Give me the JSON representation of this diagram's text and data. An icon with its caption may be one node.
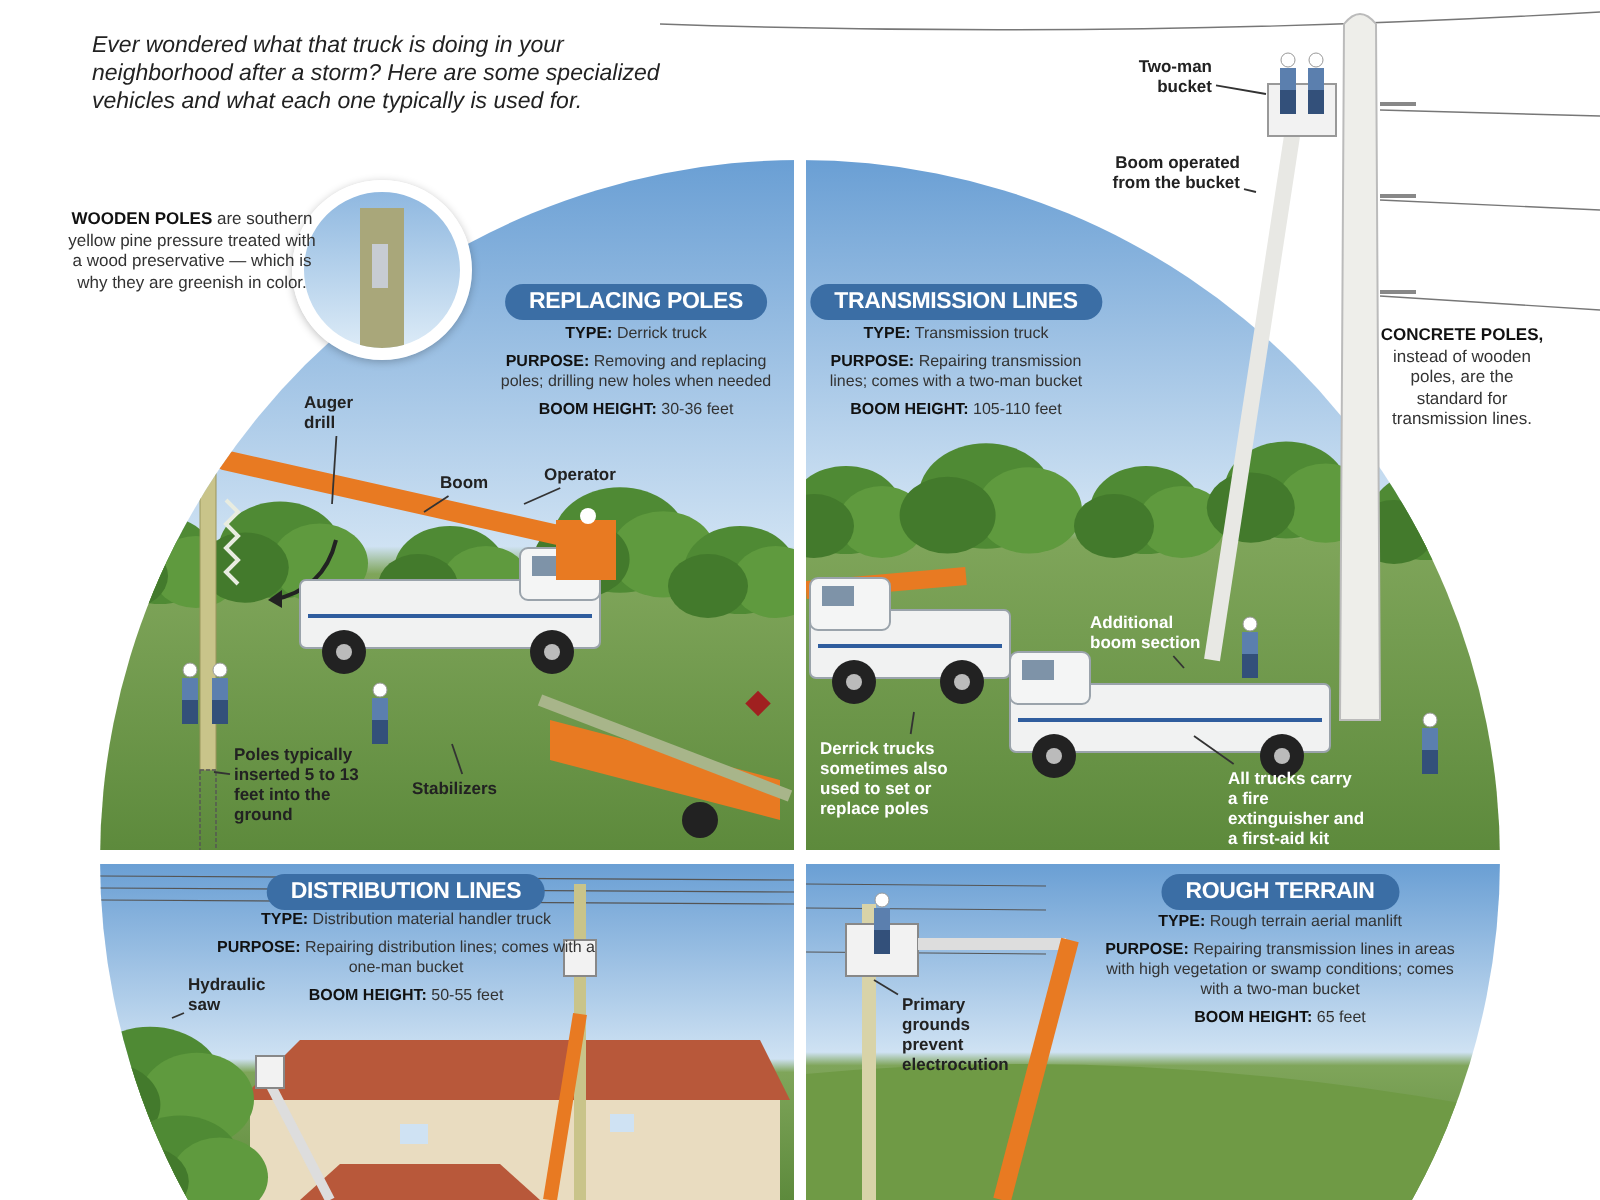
{
  "diagram": {
    "nodes": [
      {
        "text": [
          "REPLACING POLES",
          "**TYPE:** Derrick truck",
          "**PURPOSE:** Removing and replacing poles; drilling new holes when needed",
          "**BOOM HEIGHT:** 30-36 feet"
        ]
      },
      {
        "text": [
          "Auger drill"
        ],
        "in": 0
      },
      {
        "text": [
          "Boom"
        ],
        "in": 0
      },
      {
        "text": [
          "Operator"
        ],
        "in": 0
      },
      {
        "text": [
          "Poles typically inserted 5 to 13 feet into the ground"
        ],
        "in": 0
      },
      {
        "text": [
          "Stabilizers"
        ],
        "in": 0
      },
      {
        "text": [
          "TRANSMISSION LINES",
          "**TYPE:** Transmission truck",
          "**PURPOSE:** Repairing transmission lines; comes with a two-man bucket",
          "**BOOM HEIGHT:** 105-110 feet"
        ]
      },
      {
        "text": [
          "Additional boom section"
        ],
        "in": 6
      },
      {
        "text": [
          "Derrick trucks sometimes also used to set or replace poles"
        ],
        "in": 6
      },
      {
        "text": [
          "All trucks carry a fire extinguisher and a first-aid kit"
        ],
        "in": 6
      },
      {
        "text": [
          "Two-man bucket"
        ]
      },
      {
        "text": [
          "Boom operated from the bucket"
        ]
      },
      {
        "text": [
          "DISTRIBUTION LINES",
          "**TYPE:** Distribution material handler truck",
          "**PURPOSE:** Repairing distribution lines; comes with a one-man bucket",
          "**BOOM HEIGHT:** 50-55 feet"
        ]
      },
      {
        "text": [
          "Hydraulic saw"
        ],
        "in": 12
      },
      {
        "text": [
          "ROUGH TERRAIN",
          "**TYPE:** Rough terrain aerial manlift",
          "**PURPOSE:** Repairing transmission lines in areas with high vegetation or swamp conditions; comes with a two-man bucket",
          "**BOOM HEIGHT:** 65 feet"
        ]
      },
      {
        "text": [
          "Primary grounds prevent electrocution"
        ],
        "in": 14
      }
    ],
    "edges": [
      {
        "from": 1,
        "to": null,
        "arrow": "none"
      },
      {
        "from": 2,
        "to": null,
        "arrow": "none"
      },
      {
        "from": 3,
        "to": null,
        "arrow": "none"
      },
      {
        "from": 4,
        "to": null,
        "arrow": "none"
      },
      {
        "from": 5,
        "to": null,
        "arrow": "none"
      },
      {
        "from": 7,
        "to": null,
        "arrow": "none"
      },
      {
        "from": 8,
        "to": null,
        "arrow": "none"
      },
      {
        "from": 9,
        "to": null,
        "arrow": "none"
      },
      {
        "from": 10,
        "to": null,
        "arrow": "none"
      },
      {
        "from": 11,
        "to": null,
        "arrow": "none"
      },
      {
        "from": 13,
        "to": null,
        "arrow": "none"
      },
      {
        "from": 15,
        "to": null,
        "arrow": "none"
      }
    ],
    "labels": [
      "Ever wondered what that truck is doing in your neighborhood after a storm? Here are some specialized vehicles and what each one typically is used for.",
      "**WOODEN POLES** are southern yellow pine pressure treated with a wood preservative — which is why they are greenish in color.",
      "**CONCRETE POLES,** instead of wooden poles, are the standard for transmission lines."
    ]
  }
}
